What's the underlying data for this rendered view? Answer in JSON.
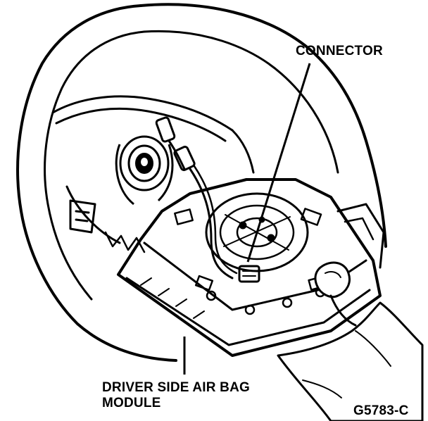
{
  "labels": {
    "connector": "CONNECTOR",
    "module_line1": "DRIVER SIDE AIR BAG",
    "module_line2": "MODULE",
    "figure_code": "G5783-C"
  },
  "colors": {
    "ink": "#000000",
    "paper": "#ffffff"
  },
  "parts": [
    "steering-wheel-rim",
    "steering-wheel-spoke",
    "steering-column-hub",
    "clockspring-connector",
    "air-bag-module",
    "hand"
  ]
}
